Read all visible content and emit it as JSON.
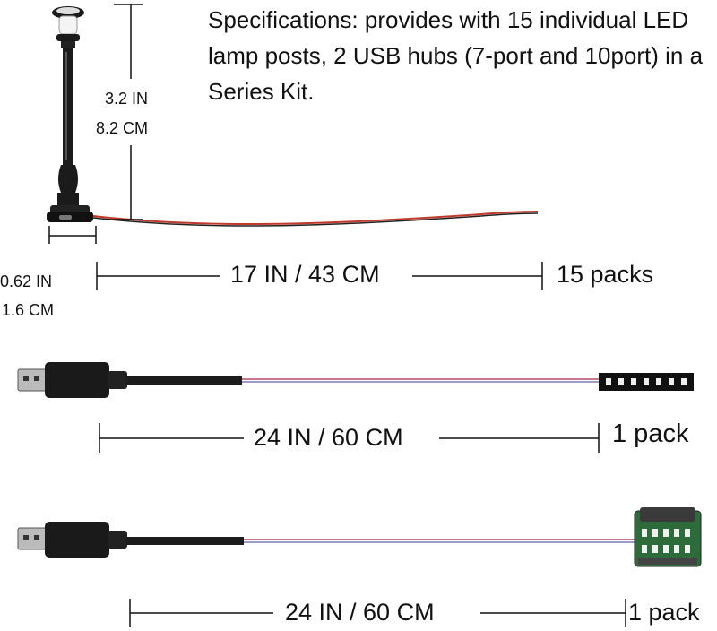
{
  "specifications": "Specifications: provides with 15 individual LED lamp posts, 2 USB hubs (7-port and 10port) in a Series Kit.",
  "lamp_post": {
    "height_in": "3.2 IN",
    "height_cm": "8.2 CM",
    "base_in": "0.62 IN",
    "base_cm": "1.6 CM",
    "cable_length": "17 IN / 43 CM",
    "quantity": "15 packs"
  },
  "usb_hub_7port": {
    "cable_length": "24 IN / 60 CM",
    "quantity": "1 pack"
  },
  "usb_hub_10port": {
    "cable_length": "24 IN / 60 CM",
    "quantity": "1 pack"
  },
  "colors": {
    "wire_red": "#c0392b",
    "wire_black": "#222222",
    "hub_green": "#2e6b3a",
    "text": "#111111"
  }
}
